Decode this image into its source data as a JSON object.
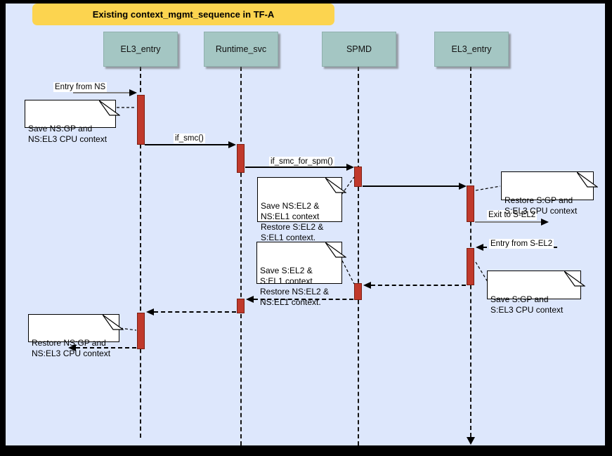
{
  "title": {
    "label": "Existing context_mgmt_sequence in TF-A"
  },
  "lifelines": [
    {
      "label": "EL3_entry"
    },
    {
      "label": "Runtime_svc"
    },
    {
      "label": "SPMD"
    },
    {
      "label": "EL3_entry"
    }
  ],
  "messages": {
    "entry_from_ns": {
      "label": "Entry from NS"
    },
    "if_smc": {
      "label": "if_smc()"
    },
    "if_smc_for_spm": {
      "label": "if_smc_for_spm()"
    },
    "exit_to_s_el2": {
      "label": "Exit to S-EL2"
    },
    "entry_from_s_el2": {
      "label": "Entry from S-EL2"
    }
  },
  "notes": [
    {
      "text": "Save NS:GP and\nNS:EL3 CPU context"
    },
    {
      "text": "Save NS:EL2 &\nNS:EL1 context\nRestore S:EL2 &\nS:EL1 context."
    },
    {
      "text": "Restore S:GP and\nS:EL3 CPU context"
    },
    {
      "text": "Save S:EL2 &\nS:EL1 context\nRestore NS:EL2 &\nNS:EL1 context."
    },
    {
      "text": "Save S:GP and\nS:EL3 CPU context"
    },
    {
      "text": "Restore NS:GP and\nNS:EL3 CPU context"
    }
  ],
  "colors": {
    "background": "#dde7fc",
    "frame": "#000000",
    "title_fill": "#fcd44f",
    "lifeline_header_fill": "#a4c6c3",
    "activation_fill": "#c0392b",
    "activation_border": "#7c1e12",
    "note_fill": "#ffffff",
    "external_arrow_line": "#7f7f7f"
  }
}
